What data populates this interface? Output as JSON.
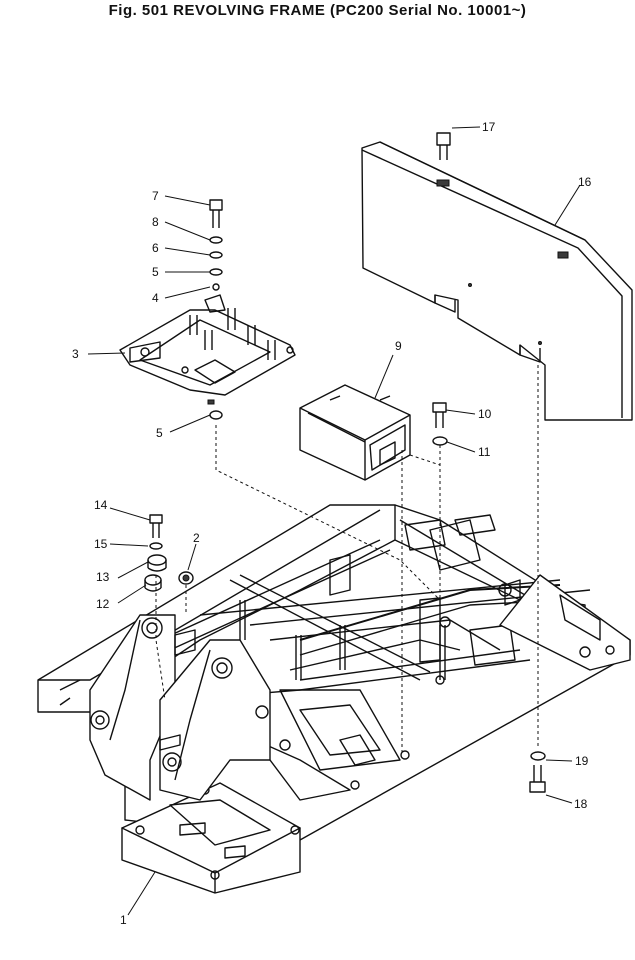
{
  "figure": {
    "title": "Fig. 501   REVOLVING FRAME   (PC200 Serial No. 10001~)"
  },
  "callouts": [
    {
      "id": "7",
      "label": "7"
    },
    {
      "id": "8",
      "label": "8"
    },
    {
      "id": "6",
      "label": "6"
    },
    {
      "id": "5a",
      "label": "5"
    },
    {
      "id": "4",
      "label": "4"
    },
    {
      "id": "3",
      "label": "3"
    },
    {
      "id": "5b",
      "label": "5"
    },
    {
      "id": "9",
      "label": "9"
    },
    {
      "id": "10",
      "label": "10"
    },
    {
      "id": "11",
      "label": "11"
    },
    {
      "id": "14",
      "label": "14"
    },
    {
      "id": "15",
      "label": "15"
    },
    {
      "id": "2",
      "label": "2"
    },
    {
      "id": "13",
      "label": "13"
    },
    {
      "id": "12",
      "label": "12"
    },
    {
      "id": "17",
      "label": "17"
    },
    {
      "id": "16",
      "label": "16"
    },
    {
      "id": "19",
      "label": "19"
    },
    {
      "id": "18",
      "label": "18"
    },
    {
      "id": "1",
      "label": "1"
    }
  ]
}
